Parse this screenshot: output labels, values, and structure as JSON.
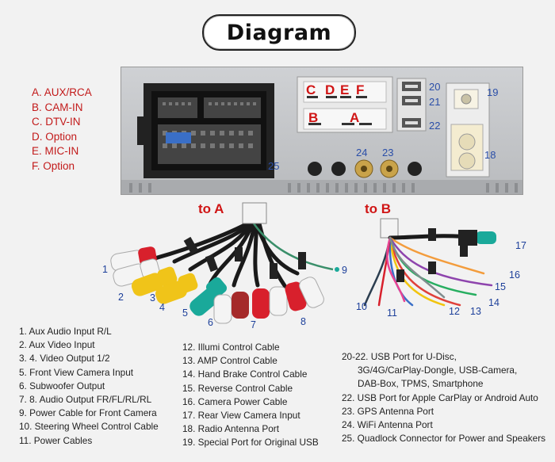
{
  "title": "Diagram",
  "legend_red": [
    "A. AUX/RCA",
    "B. CAM-IN",
    "C. DTV-IN",
    "D. Option",
    "E. MIC-IN",
    "F. Option"
  ],
  "port_letters": [
    "C",
    "D",
    "E",
    "F",
    "B",
    "A"
  ],
  "panel_numbers": [
    "20",
    "21",
    "22",
    "19",
    "18",
    "24",
    "23",
    "25"
  ],
  "to_a": "to A",
  "to_b": "to B",
  "cable_numbers_a": [
    "1",
    "2",
    "3",
    "4",
    "5",
    "6",
    "7",
    "8",
    "9"
  ],
  "cable_numbers_b": [
    "17",
    "16",
    "15",
    "14",
    "13",
    "12",
    "11",
    "10"
  ],
  "notes_col1": [
    "1. Aux Audio Input R/L",
    "2. Aux Video Input",
    "3. 4. Video Output 1/2",
    "5. Front View Camera Input",
    "6. Subwoofer Output",
    "7. 8. Audio Output FR/FL/RL/RL",
    "9. Power Cable for Front Camera",
    "10. Steering Wheel Control Cable",
    "11. Power Cables"
  ],
  "notes_col2": [
    "12. Illumi Control Cable",
    "13. AMP Control Cable",
    "14. Hand Brake Control Cable",
    "15. Reverse Control Cable",
    "16. Camera Power Cable",
    "17. Rear View Camera Input",
    "18. Radio Antenna Port",
    "19. Special Port for Original USB"
  ],
  "notes_col3": [
    "20-22. USB Port for U-Disc,",
    "3G/4G/CarPlay-Dongle, USB-Camera,",
    "DAB-Box, TPMS, Smartphone",
    "22. USB Port  for Apple CarPlay or  Android Auto",
    "23. GPS Antenna Port",
    "24. WiFi Antenna Port",
    "25. Quadlock Connector for Power and Speakers"
  ],
  "colors": {
    "legend_red": "#c21a1a",
    "number_blue": "#1c3f9a",
    "rca_red": "#d8202c",
    "rca_white": "#f4f4f4",
    "rca_yellow": "#f0c419",
    "rca_teal": "#1aa99a",
    "gold_connector": "#c9a34a"
  }
}
